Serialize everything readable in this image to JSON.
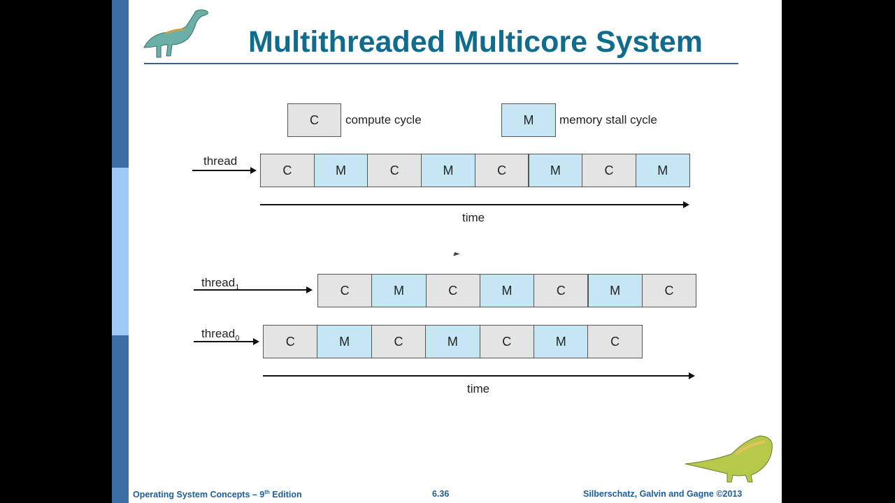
{
  "slide": {
    "title": "Multithreaded Multicore System",
    "footer_left": "Operating System Concepts – 9",
    "footer_left_sup": "th",
    "footer_left_end": " Edition",
    "footer_page": "6.36",
    "footer_right": "Silberschatz, Galvin and Gagne ©2013"
  },
  "legend": {
    "compute_symbol": "C",
    "compute_label": "compute cycle",
    "memory_symbol": "M",
    "memory_label": "memory stall cycle"
  },
  "diagram1": {
    "thread_label": "thread",
    "cycles": [
      "C",
      "M",
      "C",
      "M",
      "C",
      "M",
      "C",
      "M"
    ],
    "time_label": "time"
  },
  "diagram2": {
    "thread1_label": "thread",
    "thread1_sub": "1",
    "thread1_cycles": [
      "C",
      "M",
      "C",
      "M",
      "C",
      "M",
      "C"
    ],
    "thread0_label": "thread",
    "thread0_sub": "0",
    "thread0_cycles": [
      "C",
      "M",
      "C",
      "M",
      "C",
      "M",
      "C"
    ],
    "time_label": "time"
  },
  "colors": {
    "compute": "#e4e4e4",
    "memory": "#c5e7f4",
    "title": "#0f6c8c",
    "sidebar": "#3a6ea5"
  }
}
